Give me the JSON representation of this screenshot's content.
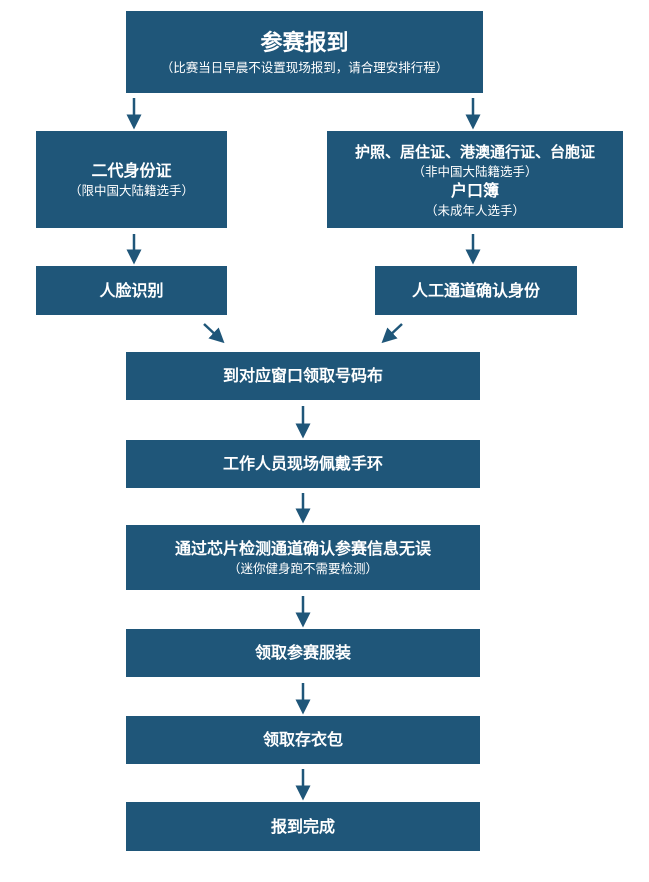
{
  "colors": {
    "box": "#1f5679",
    "arrow": "#1f5679"
  },
  "start": {
    "title": "参赛报到",
    "note": "（比赛当日早晨不设置现场报到，请合理安排行程）"
  },
  "left_branch": {
    "doc": {
      "title": "二代身份证",
      "note": "（限中国大陆籍选手）"
    },
    "verify": {
      "title": "人脸识别"
    }
  },
  "right_branch": {
    "doc": {
      "title": "护照、居住证、港澳通行证、台胞证",
      "note": "（非中国大陆籍选手）",
      "title2": "户口簿",
      "note2": "（未成年人选手）"
    },
    "verify": {
      "title": "人工通道确认身份"
    }
  },
  "steps": [
    {
      "title": "到对应窗口领取号码布"
    },
    {
      "title": "工作人员现场佩戴手环"
    },
    {
      "title": "通过芯片检测通道确认参赛信息无误",
      "note": "（迷你健身跑不需要检测）"
    },
    {
      "title": "领取参赛服装"
    },
    {
      "title": "领取存衣包"
    },
    {
      "title": "报到完成"
    }
  ]
}
